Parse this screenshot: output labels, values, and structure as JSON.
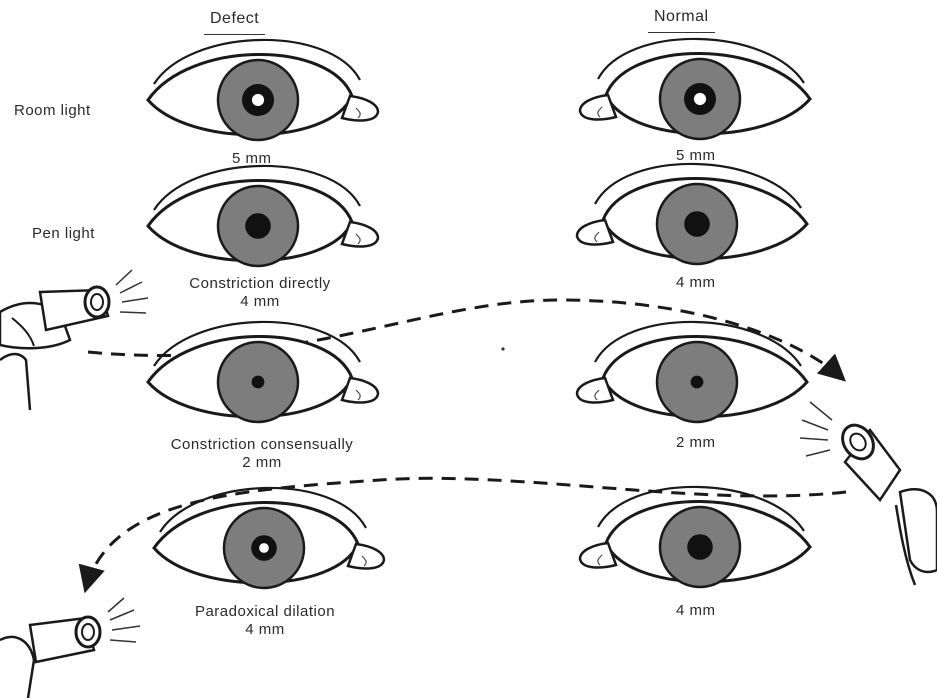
{
  "columns": {
    "defect": "Defect",
    "normal": "Normal"
  },
  "row_labels": {
    "room_light": "Room light",
    "pen_light": "Pen light"
  },
  "defect_captions": {
    "room": "5 mm",
    "direct_line1": "Constriction directly",
    "direct_line2": "4 mm",
    "consensual_line1": "Constriction consensually",
    "consensual_line2": "2 mm",
    "paradoxical_line1": "Paradoxical dilation",
    "paradoxical_line2": "4 mm"
  },
  "normal_captions": {
    "room": "5 mm",
    "pen": "4 mm",
    "row3": "2 mm",
    "row4": "4 mm"
  },
  "colors": {
    "iris": "#7d7d7d",
    "pupil": "#111111",
    "line": "#1a1a1a"
  },
  "eyes": [
    {
      "id": "defect-room",
      "pupil_mm": 5,
      "highlight": true
    },
    {
      "id": "normal-room",
      "pupil_mm": 5,
      "highlight": true
    },
    {
      "id": "defect-pen",
      "pupil_mm": 4,
      "highlight": false
    },
    {
      "id": "normal-pen",
      "pupil_mm": 4,
      "highlight": false
    },
    {
      "id": "defect-consensual",
      "pupil_mm": 2,
      "highlight": false
    },
    {
      "id": "normal-row3",
      "pupil_mm": 2,
      "highlight": false
    },
    {
      "id": "defect-paradoxical",
      "pupil_mm": 4,
      "highlight": true
    },
    {
      "id": "normal-row4",
      "pupil_mm": 4,
      "highlight": false
    }
  ]
}
